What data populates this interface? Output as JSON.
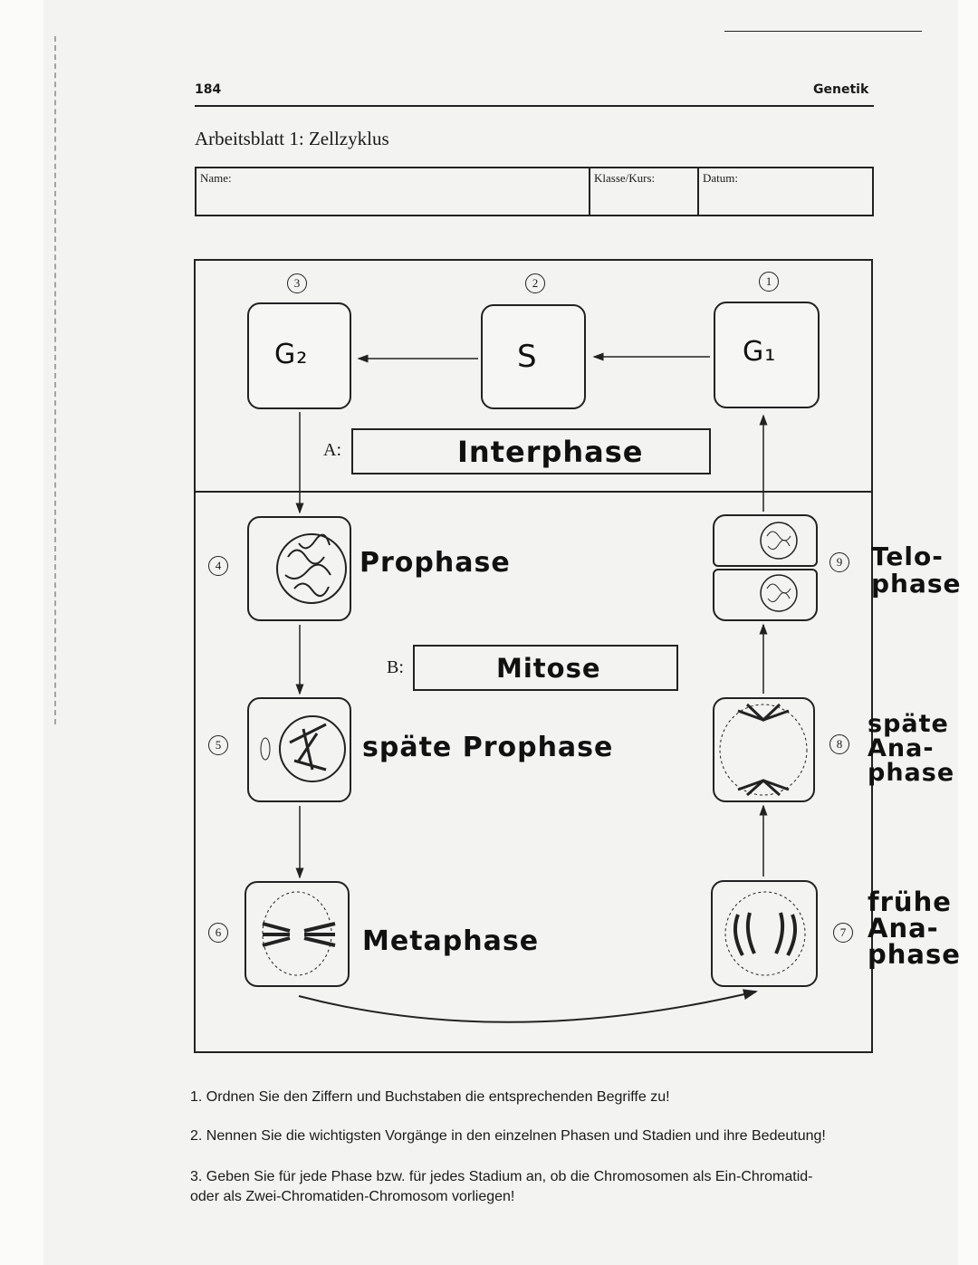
{
  "header": {
    "page_number": "184",
    "chapter": "Genetik"
  },
  "title": "Arbeitsblatt 1: Zellzyklus",
  "form": {
    "name_label": "Name:",
    "class_label": "Klasse/Kurs:",
    "date_label": "Datum:"
  },
  "diagram": {
    "numbers": [
      "1",
      "2",
      "3",
      "4",
      "5",
      "6",
      "7",
      "8",
      "9"
    ],
    "phases": {
      "g2": "G₂",
      "s": "S",
      "g1": "G₁"
    },
    "answer_a": {
      "label": "A:",
      "value": "Interphase"
    },
    "answer_b": {
      "label": "B:",
      "value": "Mitose"
    },
    "handwritten": {
      "n4": "Prophase",
      "n5": "späte Prophase",
      "n6": "Metaphase",
      "n7": [
        "frühe",
        "Ana-",
        "phase"
      ],
      "n8": [
        "späte",
        "Ana-",
        "phase"
      ],
      "n9": [
        "Telo-",
        "phase"
      ]
    }
  },
  "questions": [
    "1. Ordnen Sie den Ziffern und Buchstaben die entsprechenden Begriffe zu!",
    "2. Nennen Sie die wichtigsten Vorgänge in den einzelnen Phasen und Stadien und ihre Bedeutung!",
    "3. Geben Sie für jede Phase bzw. für jedes Stadium an, ob die Chromosomen als Ein-Chromatid-",
    "oder als Zwei-Chromatiden-Chromosom vorliegen!"
  ]
}
